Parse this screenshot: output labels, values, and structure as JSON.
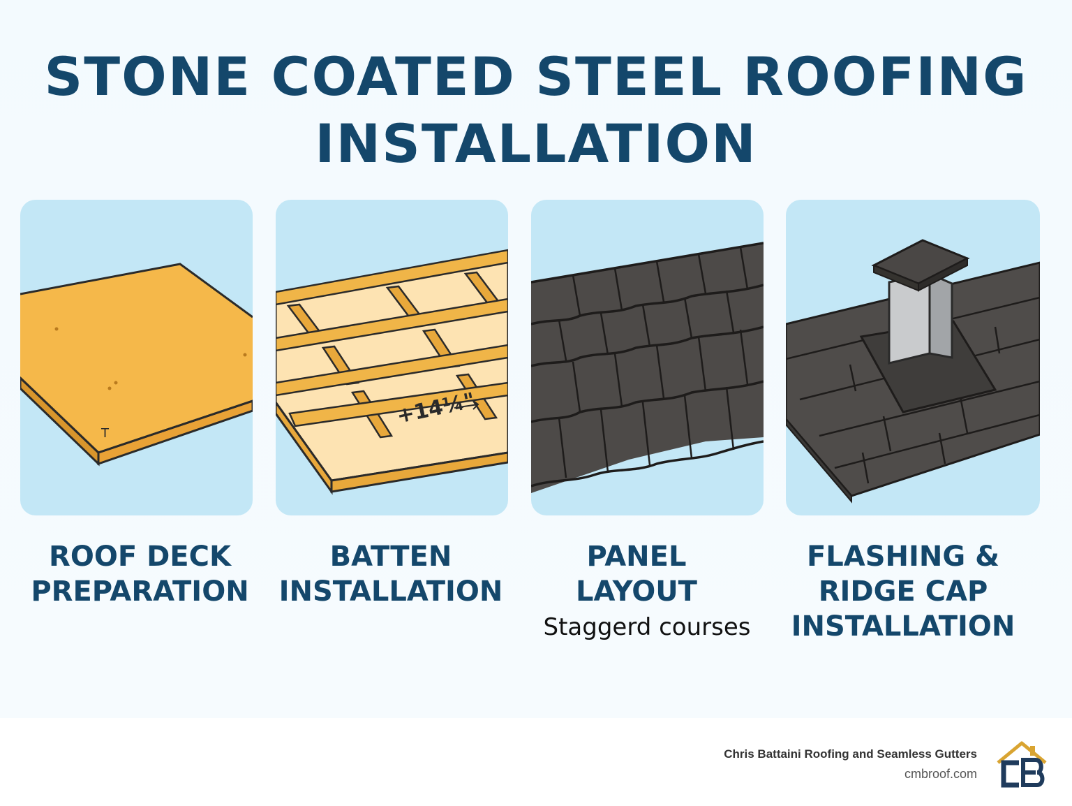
{
  "title": {
    "line1": "STONE COATED STEEL ROOFING",
    "line2": "INSTALLATION"
  },
  "steps": [
    {
      "label_lines": [
        "ROOF DECK",
        "PREPARATION"
      ],
      "illustration": "roof-deck",
      "deck_mark": "T"
    },
    {
      "label_lines": [
        "BATTEN",
        "INSTALLATION"
      ],
      "illustration": "battens",
      "measurement": "+14¼\""
    },
    {
      "label_lines": [
        "PANEL",
        "LAYOUT"
      ],
      "subtitle": "Staggerd courses",
      "illustration": "tile-panels"
    },
    {
      "label_lines": [
        "FLASHING &",
        "RIDGE CAP",
        "INSTALLATION"
      ],
      "illustration": "flashing-chimney"
    }
  ],
  "footer": {
    "company": "Chris Battaini Roofing and Seamless Gutters",
    "url": "cmbroof.com",
    "logo": "house-cb-logo"
  },
  "colors": {
    "title": "#14476b",
    "panel_bg": "#c3e7f6",
    "deck": "#f5b84a",
    "batten": "#e8a83b",
    "tile": "#4d4a48",
    "logo_gold": "#d9a431"
  }
}
